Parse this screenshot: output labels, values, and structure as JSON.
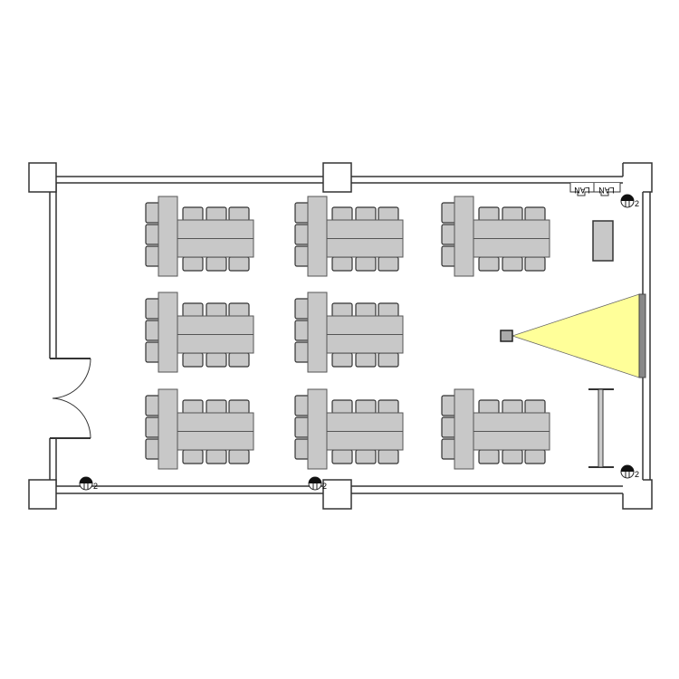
{
  "diagram": {
    "type": "floor-plan",
    "lan_labels": [
      "LAN",
      "LAN"
    ],
    "outlet_label": "2",
    "outlet_count": 4,
    "table_groups": [
      {
        "row": 1,
        "col": 1
      },
      {
        "row": 1,
        "col": 2
      },
      {
        "row": 1,
        "col": 3
      },
      {
        "row": 2,
        "col": 1
      },
      {
        "row": 2,
        "col": 2
      },
      {
        "row": 3,
        "col": 1
      },
      {
        "row": 3,
        "col": 2
      },
      {
        "row": 3,
        "col": 3
      }
    ],
    "chairs_per_group": 9,
    "colors": {
      "furniture": "#c8c8c8",
      "projection": "#ffff99",
      "wall": "#333333",
      "screen": "#888888"
    }
  }
}
